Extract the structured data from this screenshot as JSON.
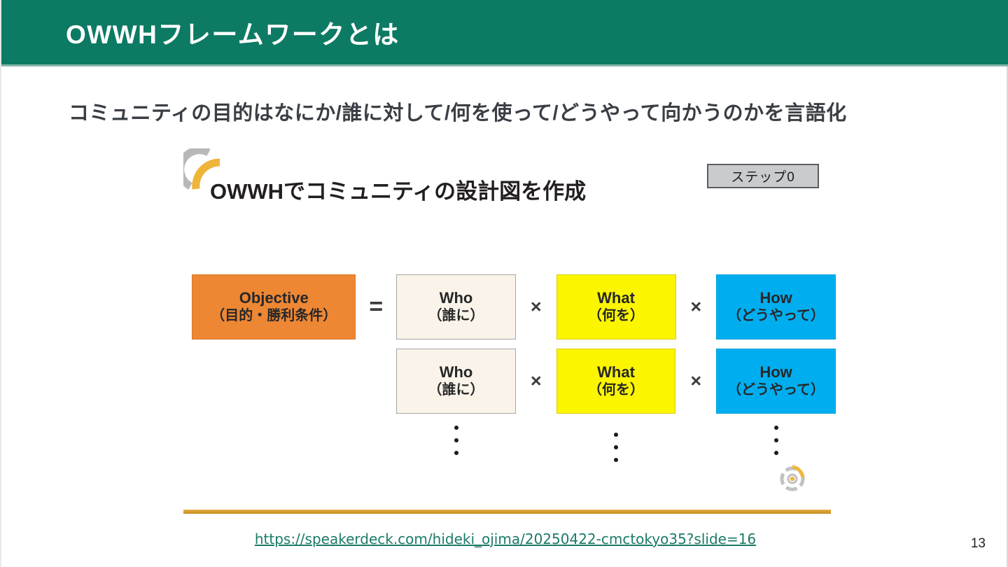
{
  "header": {
    "title": "OWWHフレームワークとは",
    "background_color": "#0d7a64",
    "text_color": "#ffffff"
  },
  "subtitle": "コミュニティの目的はなにか/誰に対して/何を使って/どうやって向かうのかを言語化",
  "embedded_slide": {
    "logo_icon": "owwh-arc-logo-icon",
    "heading": "OWWHでコミュニティの設計図を作成",
    "step_badge": {
      "label": "ステップ0",
      "background_color": "#c9cbcd",
      "border_color": "#5a5d61"
    },
    "formula": {
      "rows": [
        {
          "objective": {
            "en": "Objective",
            "jp": "（目的・勝利条件）",
            "color": "#ed8733"
          },
          "equals": "=",
          "terms": [
            {
              "en": "Who",
              "jp": "（誰に）",
              "color": "#faf3e9"
            },
            {
              "en": "What",
              "jp": "（何を）",
              "color": "#fbf500"
            },
            {
              "en": "How",
              "jp": "（どうやって）",
              "color": "#00aeef"
            }
          ],
          "operator": "×"
        },
        {
          "objective": null,
          "equals": "",
          "terms": [
            {
              "en": "Who",
              "jp": "（誰に）",
              "color": "#faf3e9"
            },
            {
              "en": "What",
              "jp": "（何を）",
              "color": "#fbf500"
            },
            {
              "en": "How",
              "jp": "（どうやって）",
              "color": "#00aeef"
            }
          ],
          "operator": "×"
        }
      ],
      "continuation_dots": 3
    },
    "corner_logo_icon": "owwh-round-logo-icon",
    "rule_color": "#d39a2c"
  },
  "source_link": {
    "text": "https://speakerdeck.com/hideki_ojima/20250422-cmctokyo35?slide=16",
    "color": "#1b7a68"
  },
  "page_number": "13"
}
